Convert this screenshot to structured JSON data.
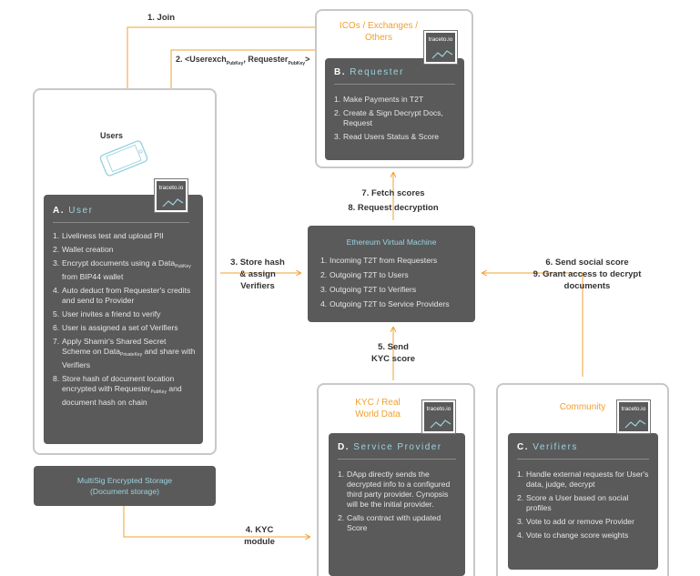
{
  "edges": {
    "join": "1. Join",
    "req_label_pre": "2. <Userexch",
    "req_sub1": "PubKey",
    "req_mid": ", Requester",
    "req_sub2": "PubKey",
    "req_post": ">",
    "store_hash_l1": "3. Store hash",
    "store_hash_l2": "& assign",
    "store_hash_l3": "Verifiers",
    "kyc_module_l1": "4. KYC",
    "kyc_module_l2": "module",
    "send_kyc_l1": "5. Send",
    "send_kyc_l2": "KYC score",
    "social_l1": "6. Send social score",
    "social_l2": "9. Grant access to decrypt",
    "social_l3": "documents",
    "fetch_l1": "7. Fetch scores",
    "fetch_l2": "8. Request decryption"
  },
  "logo_text": "traceto.io",
  "users_label": "Users",
  "icos": {
    "label_l1": "ICOs / Exchanges /",
    "label_l2": "Others",
    "card_letter": "B.",
    "card_title": "Requester",
    "items": [
      "Make Payments in T2T",
      "Create & Sign Decrypt Docs, Request",
      "Read Users Status & Score"
    ]
  },
  "user": {
    "card_letter": "A.",
    "card_title": "User",
    "i1": "Liveliness test and upload PII",
    "i2": "Wallet creation",
    "i3a": "Encrypt documents using a Data",
    "i3sub": "PubKey",
    "i3b": " from BIP44 wallet",
    "i4": "Auto deduct from Requester's credits and send to Provider",
    "i5": "User invites a friend to verify",
    "i6": "User is assigned a set of Verifiers",
    "i7a": "Apply Shamir's Shared Secret Scheme on Data",
    "i7sub": "PrivateKey",
    "i7b": " and share with Verifiers",
    "i8a": "Store hash of document location encrypted with Requester",
    "i8sub": "PubKey",
    "i8b": " and document hash on chain",
    "nums": [
      "1.",
      "2.",
      "3.",
      "4.",
      "5.",
      "6.",
      "7.",
      "8."
    ]
  },
  "storage": {
    "l1": "MultiSig Encrypted Storage",
    "l2": "(Document storage)"
  },
  "evm": {
    "title": "Ethereum Virtual Machine",
    "items": [
      "Incoming T2T from Requesters",
      "Outgoing T2T to Users",
      "Outgoing T2T to Verifiers",
      "Outgoing T2T to Service Providers"
    ]
  },
  "kyc": {
    "label_l1": "KYC / Real",
    "label_l2": "World Data",
    "card_letter": "D.",
    "card_title": "Service Provider",
    "items": [
      "DApp directly sends the decrypted info to a configured third party provider. Cynopsis will be the initial provider.",
      "Calls contract with updated Score"
    ]
  },
  "community": {
    "label": "Community",
    "card_letter": "C.",
    "card_title": "Verifiers",
    "items": [
      "Handle external requests for User's data, judge, decrypt",
      "Score a User based on social profiles",
      "Vote to add or remove Provider",
      "Vote to change score weights"
    ]
  },
  "colors": {
    "accent": "#f0a030",
    "card": "#5a5a5a",
    "teal": "#9bd3df"
  }
}
